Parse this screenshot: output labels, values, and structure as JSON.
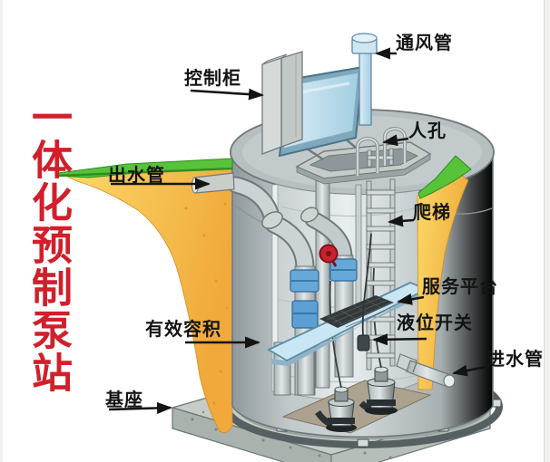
{
  "title": {
    "text": "一体化预制泵站",
    "color": "#d21f2b"
  },
  "diagram": {
    "labels": [
      {
        "key": "vent-pipe",
        "text": "通风管"
      },
      {
        "key": "control-cabinet",
        "text": "控制柜"
      },
      {
        "key": "manhole",
        "text": "人孔"
      },
      {
        "key": "outlet-pipe",
        "text": "出水管"
      },
      {
        "key": "ladder",
        "text": "爬梯"
      },
      {
        "key": "service-platform",
        "text": "服务平台"
      },
      {
        "key": "level-switch",
        "text": "液位开关"
      },
      {
        "key": "effective-volume",
        "text": "有效容积"
      },
      {
        "key": "inlet-pipe",
        "text": "进水管"
      },
      {
        "key": "base",
        "text": "基座"
      }
    ],
    "colors": {
      "title_red": "#d21f2b",
      "label_text": "#141414",
      "arrow": "#141414",
      "grass_green": "#57c23a",
      "soil_yellow": "#f6c23d",
      "tank_gray": "#aab3b5",
      "tank_interior": "#e6ebec",
      "panel_blue": "#bfe0f0",
      "valve_red": "#c9242e",
      "fitting_blue": "#66a8d8"
    }
  }
}
